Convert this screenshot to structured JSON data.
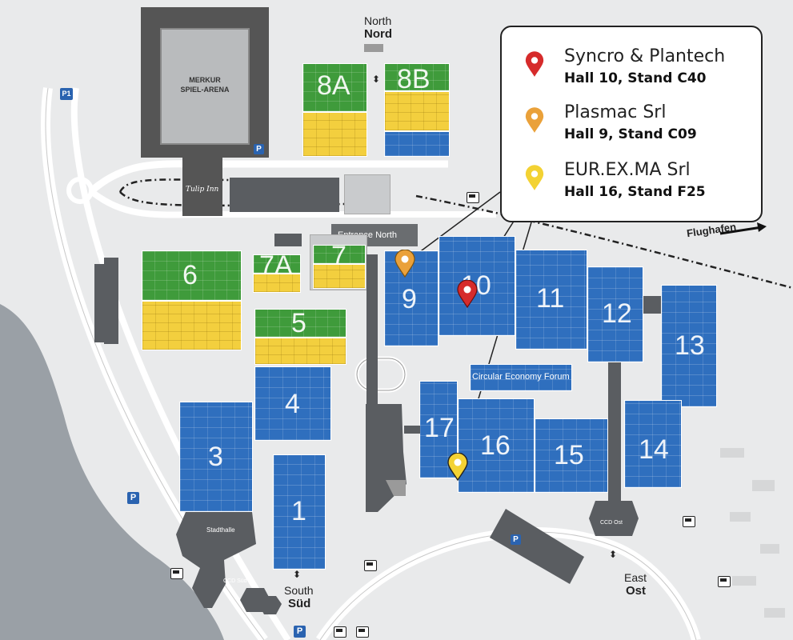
{
  "map": {
    "arena": {
      "line1": "MERKUR",
      "line2": "SPIEL-ARENA"
    },
    "hotel": "Tulip Inn",
    "entrance_north": "Entrance North",
    "north_label": "North",
    "north_label_de": "Nord",
    "south_label": "South",
    "south_label_de": "Süd",
    "east_label": "East",
    "east_label_de": "Ost",
    "airport_label": "Flughafen",
    "stadthalle": "Stadthalle",
    "ccd_sud": "CCD Süd",
    "ccd_ost": "CCD Ost",
    "forum": "Circular Economy Forum",
    "parking_label": "P",
    "parking_p1": "P1",
    "halls": {
      "h1": "1",
      "h3": "3",
      "h4": "4",
      "h5": "5",
      "h6": "6",
      "h7": "7",
      "h7a": "7A",
      "h8a": "8A",
      "h8b": "8B",
      "h9": "9",
      "h10": "10",
      "h11": "11",
      "h12": "12",
      "h13": "13",
      "h14": "14",
      "h15": "15",
      "h16": "16",
      "h17": "17"
    },
    "hall_colors": {
      "blue": "#2f6fbe",
      "green": "#3f9b3b",
      "yellow": "#f3cf3e"
    },
    "icons": [
      "parking-icon",
      "bus-icon",
      "arrow-icon",
      "location-pin-icon"
    ]
  },
  "legend": {
    "entries": [
      {
        "name": "Syncro & Plantech",
        "stand": "Hall 10, Stand C40",
        "color": "#d62b2b"
      },
      {
        "name": "Plasmac Srl",
        "stand": "Hall 9, Stand C09",
        "color": "#eaa13a"
      },
      {
        "name": "EUR.EX.MA Srl",
        "stand": "Hall 16, Stand F25",
        "color": "#f3d233"
      }
    ]
  }
}
